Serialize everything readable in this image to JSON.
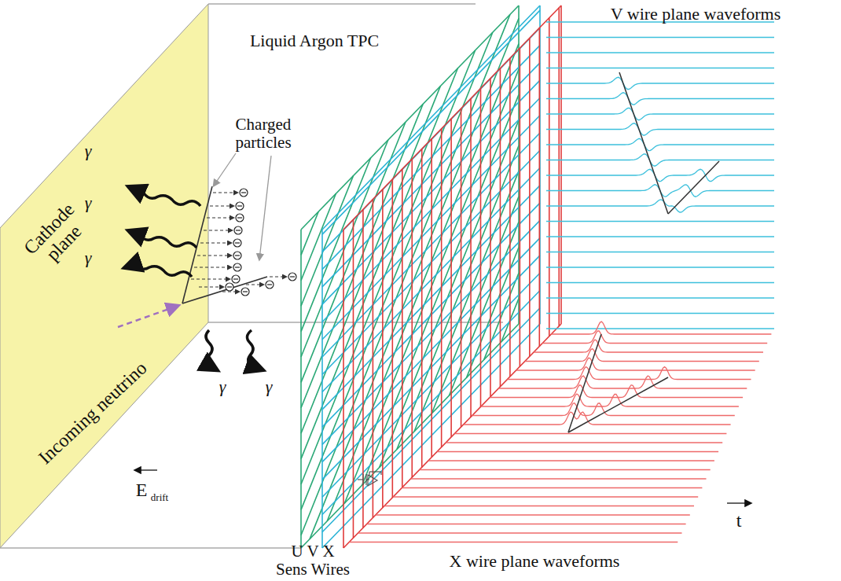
{
  "diagram": {
    "labels": [
      "V wire plane waveforms",
      "Liquid Argon TPC",
      "Charged particles",
      "Cathode plane",
      "Incoming neutrino",
      "γ",
      "γ",
      "γ",
      "γ",
      "γ",
      "E",
      "drift",
      "t",
      "U V X",
      "Sens Wires",
      "X wire plane waveforms"
    ]
  }
}
